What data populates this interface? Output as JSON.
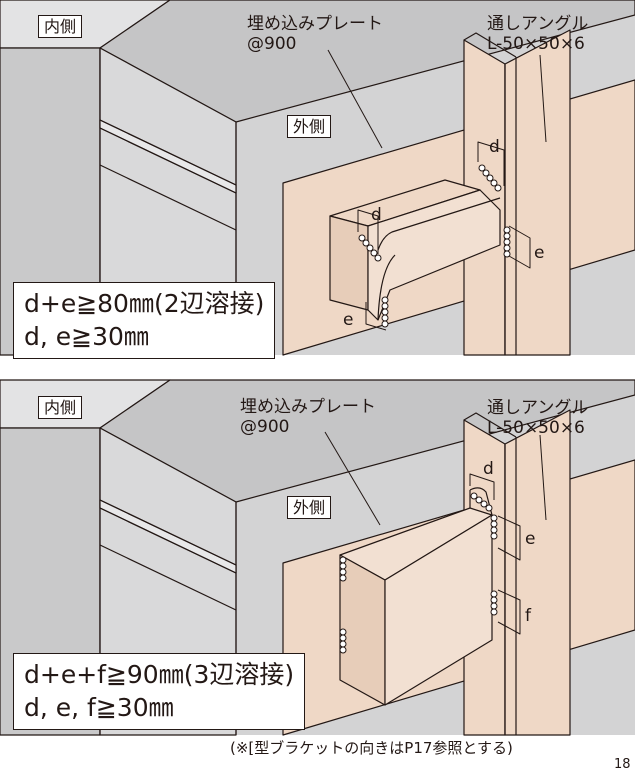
{
  "diagrams": [
    {
      "inner_label": "内側",
      "plate_label_line1": "埋め込みプレート",
      "plate_label_line2": "@900",
      "angle_label_line1": "通しアングル",
      "angle_label_line2": "L-50×50×6",
      "outer_label": "外側",
      "dims": [
        "d",
        "d",
        "e",
        "e"
      ],
      "formula_line1": "d+e≧80㎜(2辺溶接)",
      "formula_line2": "d, e≧30㎜"
    },
    {
      "inner_label": "内側",
      "plate_label_line1": "埋め込みプレート",
      "plate_label_line2": "@900",
      "angle_label_line1": "通しアングル",
      "angle_label_line2": "L-50×50×6",
      "outer_label": "外側",
      "dims": [
        "d",
        "e",
        "f"
      ],
      "formula_line1": "d+e+f≧90㎜(3辺溶接)",
      "formula_line2": "d, e, f≧30㎜"
    }
  ],
  "caption": "(※[型ブラケットの向きはP17参照とする)",
  "page_number": "18",
  "colors": {
    "plate": "#efd8c6",
    "wall_dark": "#c9c9ca",
    "wall_mid": "#d8d8d9",
    "wall_light": "#e6e6e7",
    "line": "#231815"
  }
}
